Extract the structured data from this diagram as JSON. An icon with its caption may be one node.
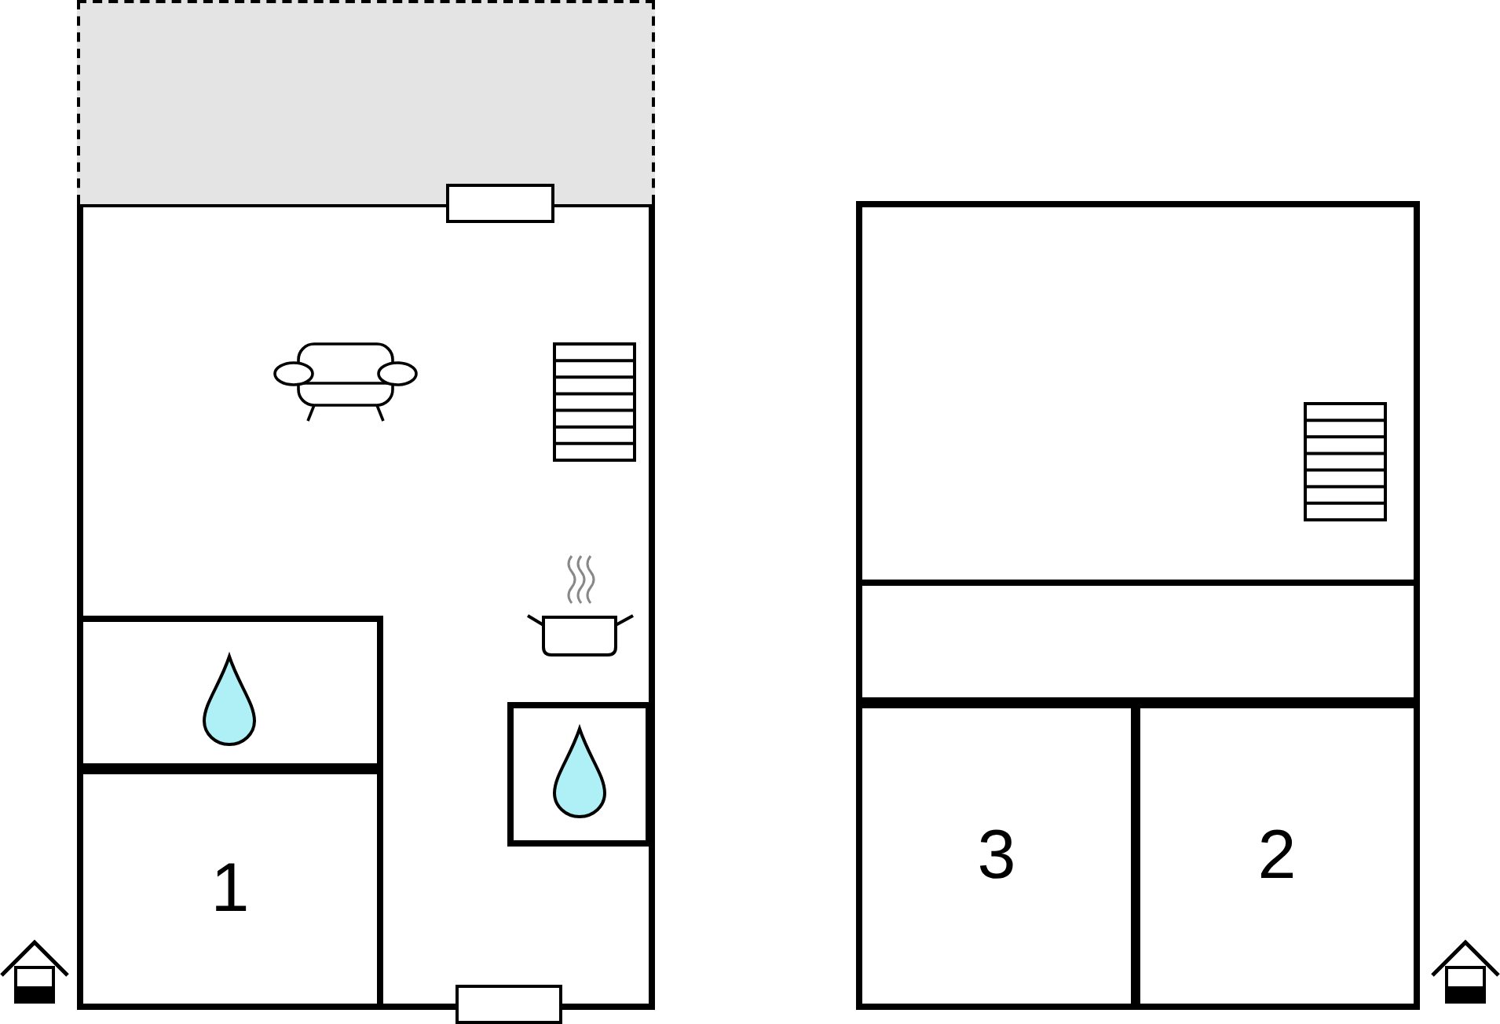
{
  "diagram": {
    "nodes": [
      {
        "text": [],
        "shape": "box"
      },
      {
        "text": [],
        "shape": "box"
      },
      {
        "text": [],
        "shape": "box",
        "in": 0
      },
      {
        "text": [
          "1"
        ],
        "in": 0
      },
      {
        "text": [],
        "shape": "box",
        "in": 0
      },
      {
        "text": [],
        "shape": "box"
      },
      {
        "text": [],
        "shape": "box",
        "in": 5
      },
      {
        "text": [
          "3"
        ],
        "in": 5
      },
      {
        "text": [
          "2"
        ],
        "in": 5
      }
    ]
  }
}
